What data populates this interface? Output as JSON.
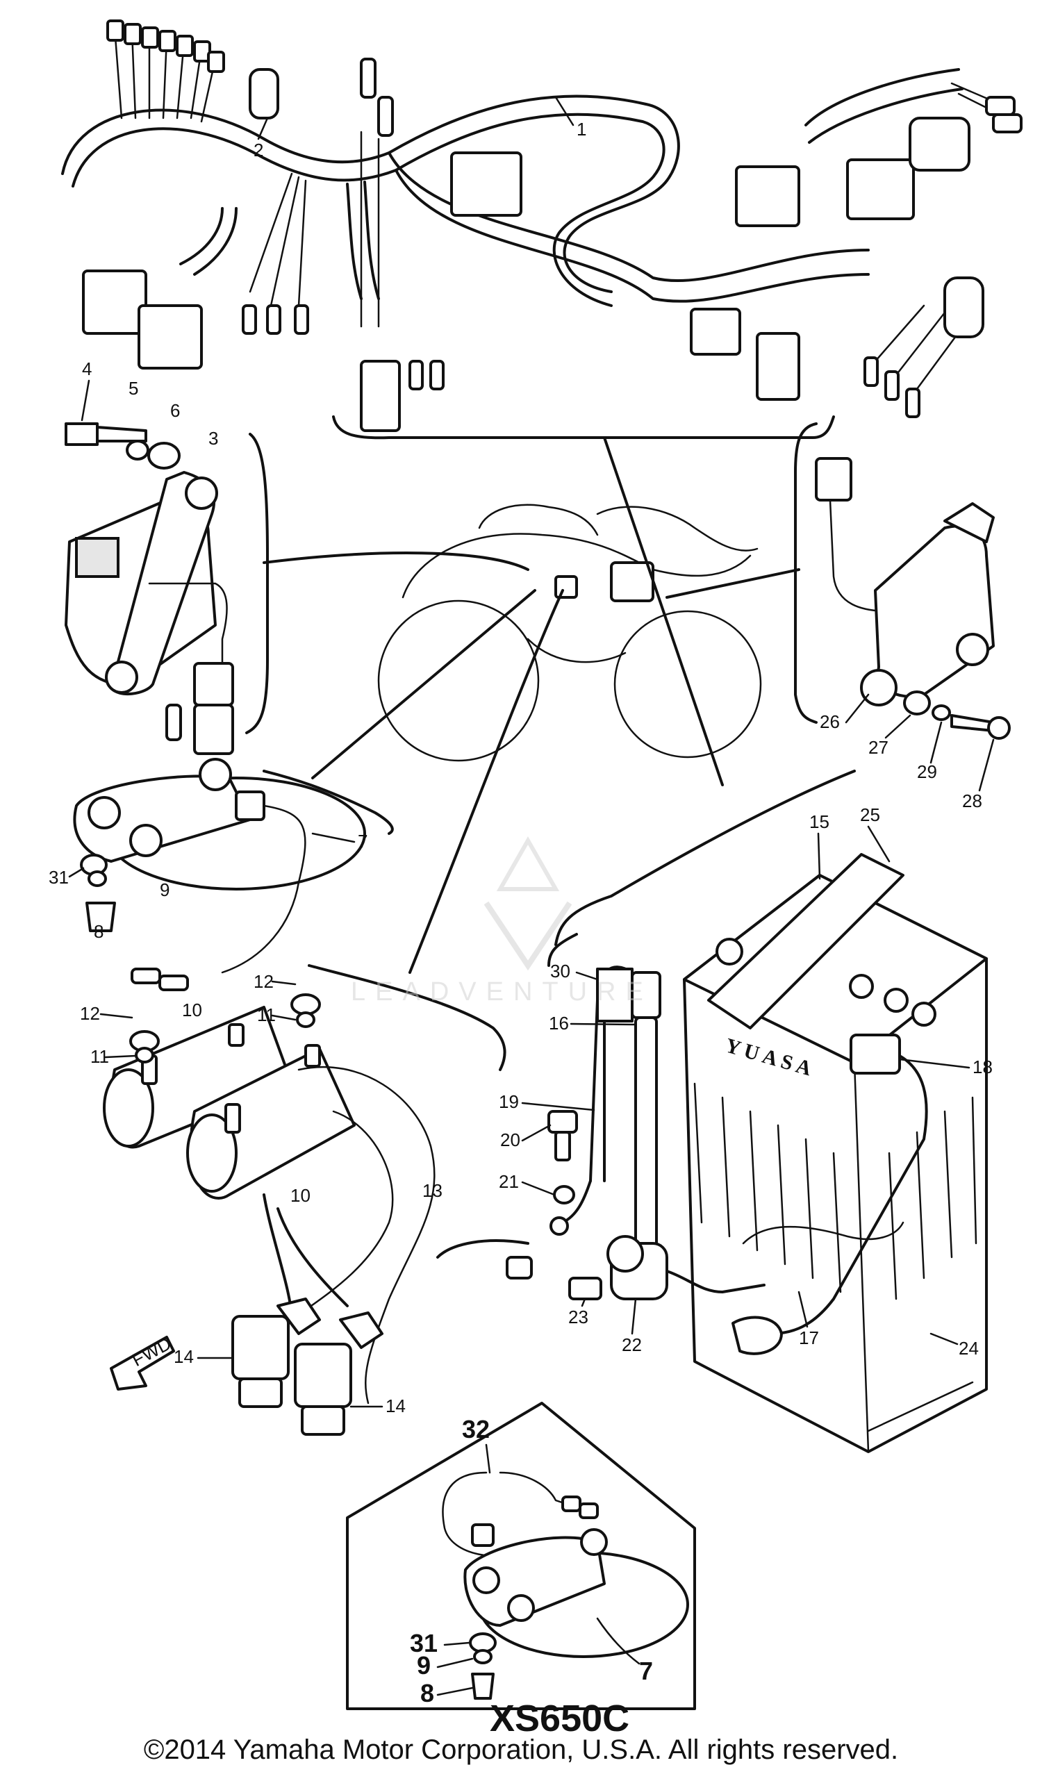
{
  "part_labels": {
    "p1": "1",
    "p2": "2",
    "p3": "3",
    "p4": "4",
    "p5": "5",
    "p6": "6",
    "p7a": "7",
    "p7b": "7",
    "p8a": "8",
    "p8b": "8",
    "p9a": "9",
    "p9b": "9",
    "p10a": "10",
    "p10b": "10",
    "p11a": "11",
    "p11b": "11",
    "p12a": "12",
    "p12b": "12",
    "p13": "13",
    "p14a": "14",
    "p14b": "14",
    "p15": "15",
    "p16": "16",
    "p17": "17",
    "p18": "18",
    "p19": "19",
    "p20": "20",
    "p21": "21",
    "p22": "22",
    "p23": "23",
    "p24": "24",
    "p25": "25",
    "p26": "26",
    "p27": "27",
    "p28": "28",
    "p29": "29",
    "p30": "30",
    "p31a": "31",
    "p31b": "31",
    "p32": "32"
  },
  "battery_brand": "YUASA",
  "fwd_marker": "FWD",
  "watermark": "LEADVENTURE",
  "inset_model": "XS650C",
  "copyright": "©2014 Yamaha Motor Corporation, U.S.A. All rights reserved."
}
